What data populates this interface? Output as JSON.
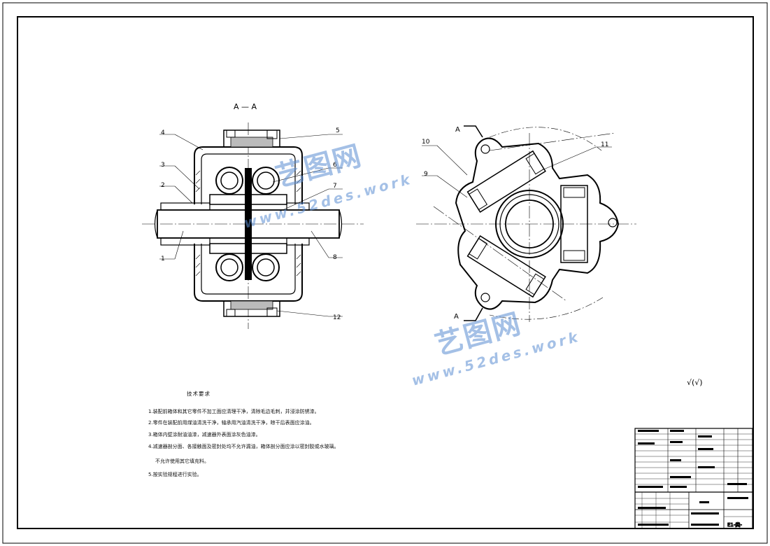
{
  "section_label": "A — A",
  "section_mark": "A",
  "part_numbers_left": [
    "1",
    "2",
    "3",
    "4",
    "5",
    "6",
    "7",
    "8",
    "12"
  ],
  "part_numbers_right": [
    "9",
    "10",
    "11"
  ],
  "roughness_symbol": "√(√)",
  "technical_requirements": {
    "title": "技术要求",
    "items": [
      "1.装配前箱体和其它零件不加工面应清理干净，清除毛边毛刺，并浸涂防锈漆。",
      "2.零件在装配前用煤油清洗干净，轴承用汽油清洗干净，晾干后表面应涂油。",
      "3.箱体内壁涂耐油油漆，减速器外表面涂灰色油漆。",
      "4.减速器剖分面、各接触面及密封处均不允许漏油，箱体剖分面应涂以密封胶或水玻璃。",
      "不允许使用其它填充料。",
      "5.按实验规程进行实验。"
    ]
  },
  "watermarks": [
    {
      "cn": "艺图网",
      "url": "www.52des.work"
    },
    {
      "cn": "艺图网",
      "url": "www.52des.work"
    }
  ],
  "title_block": {
    "sheet_label": "E1-类-"
  },
  "colors": {
    "line": "#000000",
    "watermark": "#5a8cd2"
  }
}
